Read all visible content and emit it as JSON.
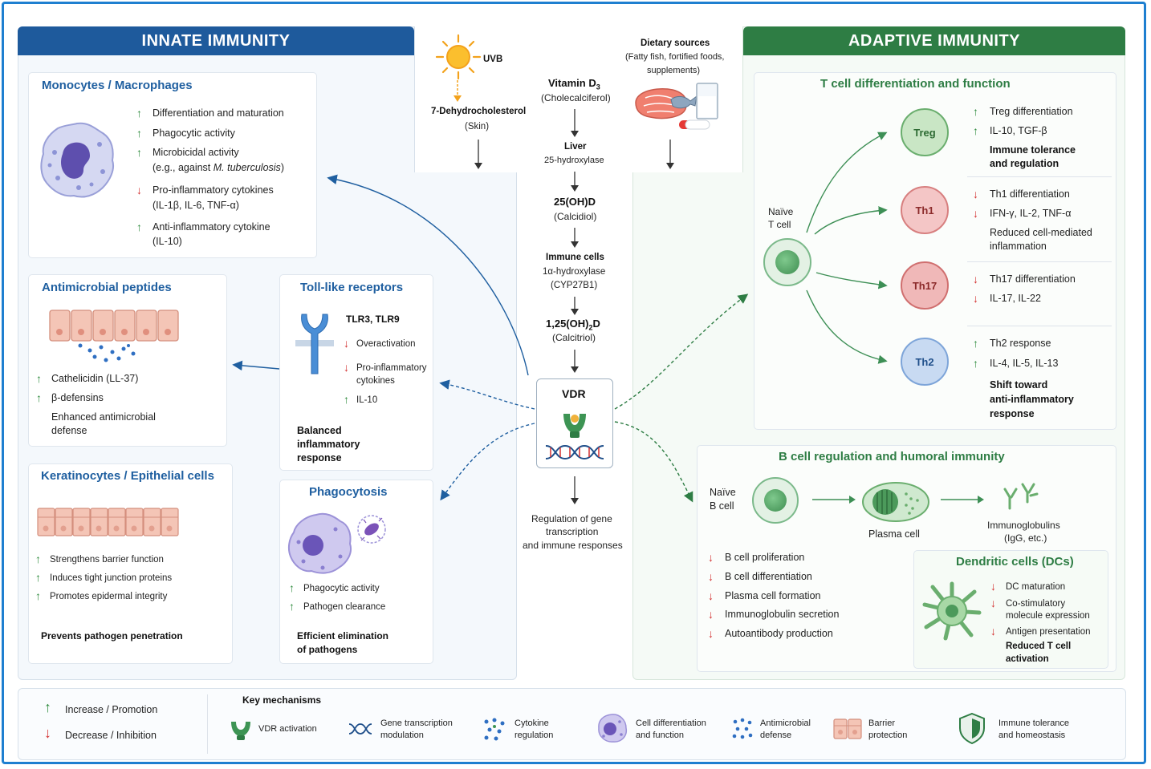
{
  "innate": {
    "title": "INNATE IMMUNITY",
    "monocytes": {
      "title": "Monocytes / Macrophages",
      "items": [
        "Differentiation and maturation",
        "Phagocytic activity",
        "Microbicidal activity",
        "(e.g., against",
        "M. tuberculosis",
        ")",
        "Pro-inflammatory cytokines",
        "(IL-1β, IL-6, TNF-α)",
        "Anti-inflammatory cytokine",
        "(IL-10)"
      ]
    },
    "amp": {
      "title": "Antimicrobial peptides",
      "items": [
        "Cathelicidin (LL-37)",
        "β-defensins",
        "Enhanced antimicrobial",
        "defense"
      ]
    },
    "tlr": {
      "title": "Toll-like receptors",
      "receptors": "TLR3, TLR9",
      "items": [
        "Overactivation",
        "Pro-inflammatory",
        "cytokines",
        "IL-10"
      ],
      "summary": [
        "Balanced",
        "inflammatory",
        "response"
      ]
    },
    "kera": {
      "title": "Keratinocytes / Epithelial cells",
      "items": [
        "Strengthens barrier function",
        "Induces tight junction proteins",
        "Promotes epidermal integrity"
      ],
      "summary": "Prevents pathogen penetration"
    },
    "phago": {
      "title": "Phagocytosis",
      "items": [
        "Phagocytic activity",
        "Pathogen clearance"
      ],
      "summary": [
        "Efficient elimination",
        "of pathogens"
      ]
    }
  },
  "center": {
    "uvb": "UVB",
    "skin": [
      "7-Dehydrocholesterol",
      "(Skin)"
    ],
    "diet": [
      "Dietary sources",
      "(Fatty fish, fortified foods,",
      "supplements)"
    ],
    "vitd": [
      "Vitamin D",
      "3",
      "(Cholecalciferol)"
    ],
    "liver": [
      "Liver",
      "25-hydroxylase"
    ],
    "calcidiol": [
      "25(OH)D",
      "(Calcidiol)"
    ],
    "immune": [
      "Immune cells",
      "1α-hydroxylase",
      "(CYP27B1)"
    ],
    "calcitriol": [
      "1,25(OH)",
      "2",
      "D",
      "(Calcitriol)"
    ],
    "vdr": "VDR",
    "regulation": [
      "Regulation of gene",
      "transcription",
      "and immune responses"
    ]
  },
  "adaptive": {
    "title": "ADAPTIVE IMMUNITY",
    "tcell": {
      "title": "T cell differentiation and function",
      "naive": [
        "Naïve",
        "T cell"
      ],
      "treg": {
        "label": "Treg",
        "items": [
          "Treg differentiation",
          "IL-10, TGF-β"
        ],
        "summary": [
          "Immune tolerance",
          "and regulation"
        ]
      },
      "th1": {
        "label": "Th1",
        "items": [
          "Th1 differentiation",
          "IFN-γ, IL-2, TNF-α"
        ],
        "summary": [
          "Reduced cell-mediated",
          "inflammation"
        ]
      },
      "th17": {
        "label": "Th17",
        "items": [
          "Th17 differentiation",
          "IL-17, IL-22"
        ]
      },
      "th2": {
        "label": "Th2",
        "items": [
          "Th2 response",
          "IL-4, IL-5, IL-13"
        ],
        "summary": [
          "Shift toward",
          "anti-inflammatory",
          "response"
        ]
      }
    },
    "bcell": {
      "title": "B cell regulation and humoral immunity",
      "naive": [
        "Naïve",
        "B cell"
      ],
      "plasma": "Plasma cell",
      "ig": [
        "Immunoglobulins",
        "(IgG, etc.)"
      ],
      "items": [
        "B cell proliferation",
        "B cell differentiation",
        "Plasma cell formation",
        "Immunoglobulin secretion",
        "Autoantibody production"
      ]
    },
    "dc": {
      "title": "Dendritic cells (DCs)",
      "items": [
        "DC maturation",
        "Co-stimulatory",
        "molecule expression",
        "Antigen presentation"
      ],
      "summary": [
        "Reduced T cell",
        "activation"
      ]
    }
  },
  "legend": {
    "increase": "Increase / Promotion",
    "decrease": "Decrease / Inhibition",
    "key_title": "Key mechanisms",
    "mechanisms": [
      [
        "VDR activation"
      ],
      [
        "Gene transcription",
        "modulation"
      ],
      [
        "Cytokine",
        "regulation"
      ],
      [
        "Cell differentiation",
        "and function"
      ],
      [
        "Antimicrobial",
        "defense"
      ],
      [
        "Barrier",
        "protection"
      ],
      [
        "Immune tolerance",
        "and homeostasis"
      ]
    ]
  },
  "colors": {
    "innate": "#1e5a9c",
    "adaptive": "#2e7d44",
    "increase": "#2e8b3e",
    "decrease": "#d32f2f"
  }
}
